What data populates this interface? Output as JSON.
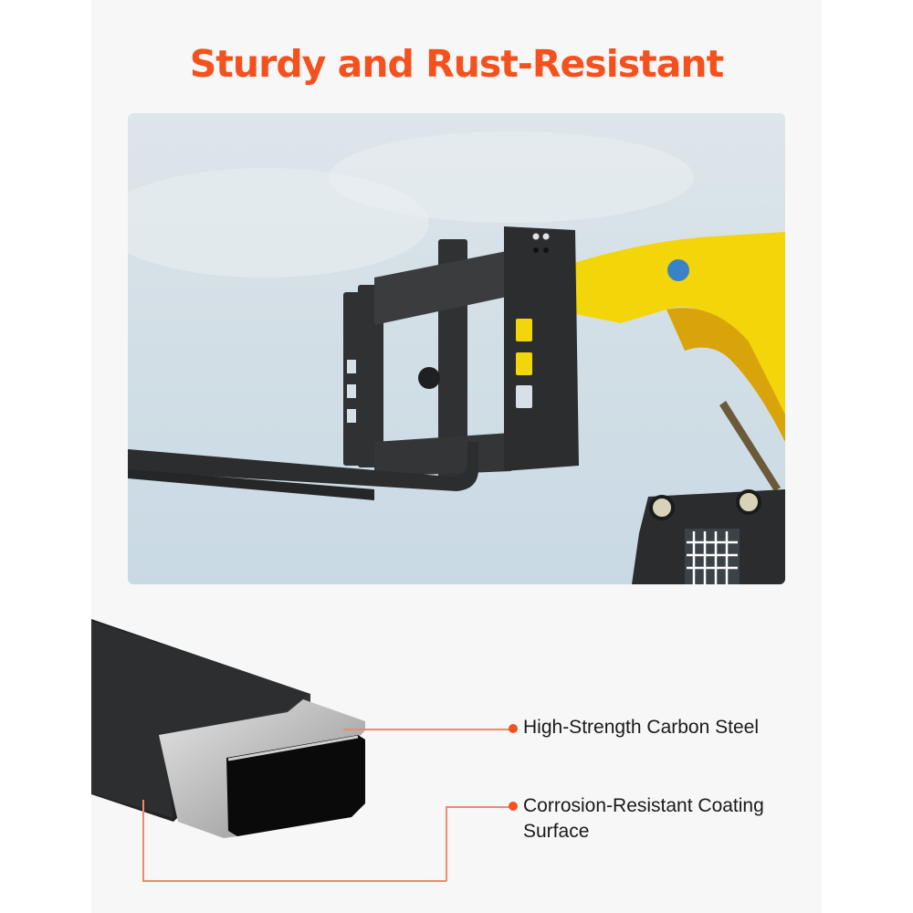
{
  "header": {
    "title": "Sturdy and Rust-Resistant"
  },
  "colors": {
    "accent": "#f4511e",
    "callout_line": "#ef8a6f",
    "panel_bg": "#f7f7f7",
    "machine_yellow": "#f2d60a",
    "frame_black": "#2b2d2f"
  },
  "photo": {
    "subject": "pallet-fork-attachment-on-skid-steer"
  },
  "callouts": [
    {
      "label": "High-Strength Carbon Steel"
    },
    {
      "label_line1": "Corrosion-Resistant Coating",
      "label_line2": "Surface"
    }
  ]
}
